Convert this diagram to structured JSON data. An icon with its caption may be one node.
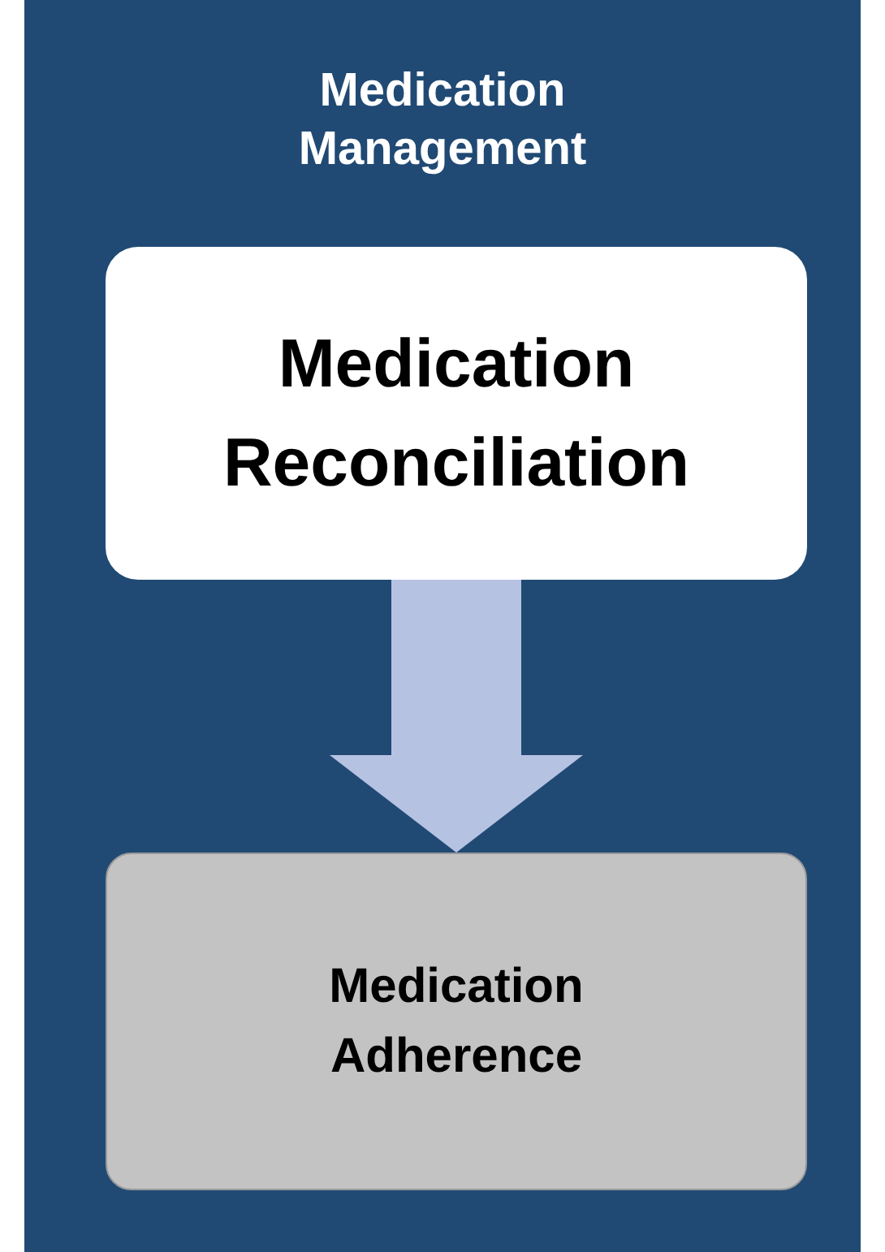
{
  "diagram": {
    "nodes": [
      {
        "text": [
          "Medication Management"
        ]
      },
      {
        "text": [
          "Medication Reconciliation"
        ],
        "in": 0
      },
      {
        "text": [
          "Medication Adherence"
        ],
        "in": 0
      }
    ],
    "edges": [
      {
        "from": 1,
        "to": 2,
        "arrow": "to"
      }
    ]
  }
}
